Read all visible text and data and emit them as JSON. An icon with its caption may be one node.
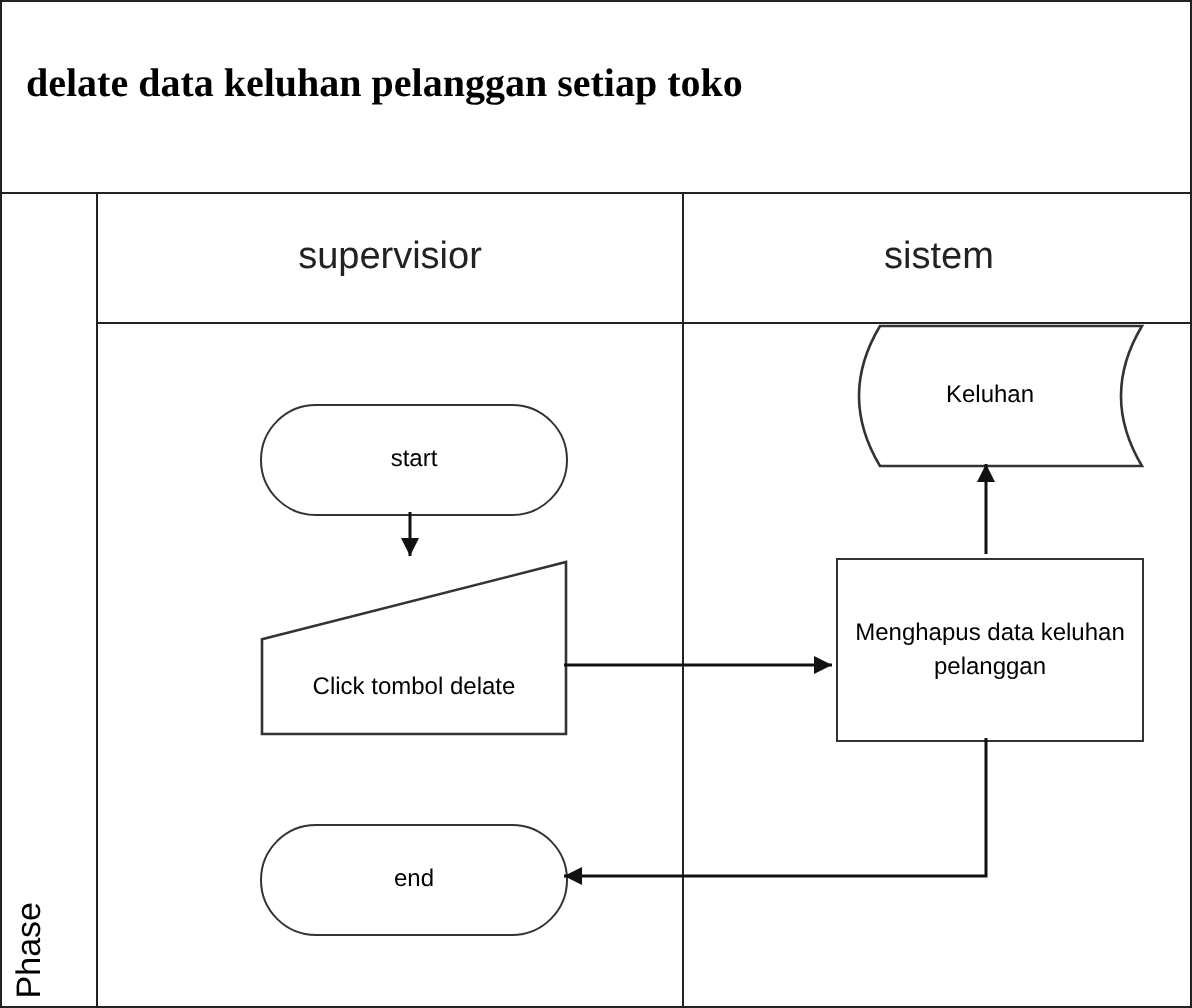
{
  "diagram": {
    "nodes": [
      {
        "text": [
          "delate data keluhan pelanggan setiap toko"
        ]
      },
      {
        "text": [
          "supervisior"
        ],
        "in": 0
      },
      {
        "text": [
          "sistem"
        ],
        "in": 0
      },
      {
        "text": [
          "Phase"
        ],
        "in": 0
      },
      {
        "text": [
          "start"
        ],
        "in": 1
      },
      {
        "text": [
          "Click tombol delate"
        ],
        "in": 1
      },
      {
        "text": [
          "end"
        ],
        "in": 1
      },
      {
        "text": [
          "Keluhan"
        ],
        "in": 2
      },
      {
        "text": [
          "Menghapus data keluhan pelanggan"
        ],
        "in": 2
      }
    ],
    "edges": [
      {
        "from": 4,
        "to": 5,
        "arrow": "to"
      },
      {
        "from": 5,
        "to": 8,
        "arrow": "to"
      },
      {
        "from": 8,
        "to": 7,
        "arrow": "to"
      },
      {
        "from": 8,
        "to": 6,
        "arrow": "to"
      }
    ]
  }
}
